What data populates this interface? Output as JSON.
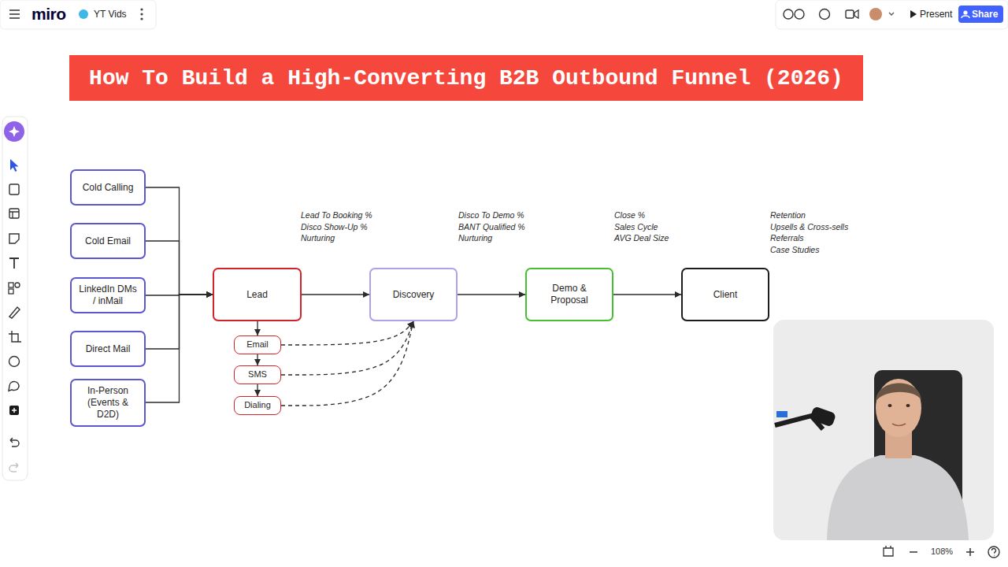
{
  "diagram": {
    "title": "How To Build a High-Converting B2B Outbound Funnel (2026)",
    "nodes": [
      {
        "text": [
          "Cold Calling"
        ]
      },
      {
        "text": [
          "Cold Email"
        ]
      },
      {
        "text": [
          "LinkedIn DMs / inMail"
        ]
      },
      {
        "text": [
          "Direct Mail"
        ]
      },
      {
        "text": [
          "In-Person (Events & D2D)"
        ]
      },
      {
        "text": [
          "Lead"
        ]
      },
      {
        "text": [
          "Email"
        ]
      },
      {
        "text": [
          "SMS"
        ]
      },
      {
        "text": [
          "Dialing"
        ]
      },
      {
        "text": [
          "Discovery"
        ]
      },
      {
        "text": [
          "Demo & Proposal"
        ]
      },
      {
        "text": [
          "Client"
        ]
      }
    ],
    "edges": [
      {
        "from": 0,
        "to": 5,
        "arrow": "to"
      },
      {
        "from": 1,
        "to": 5,
        "arrow": "to"
      },
      {
        "from": 2,
        "to": 5,
        "arrow": "to"
      },
      {
        "from": 3,
        "to": 5,
        "arrow": "to"
      },
      {
        "from": 4,
        "to": 5,
        "arrow": "to"
      },
      {
        "from": 5,
        "to": 9,
        "arrow": "to"
      },
      {
        "from": 9,
        "to": 10,
        "arrow": "to"
      },
      {
        "from": 10,
        "to": 11,
        "arrow": "to"
      },
      {
        "from": 5,
        "to": 6,
        "arrow": "to"
      },
      {
        "from": 6,
        "to": 7,
        "arrow": "to"
      },
      {
        "from": 7,
        "to": 8,
        "arrow": "to"
      },
      {
        "from": 6,
        "to": 9,
        "arrow": "to"
      },
      {
        "from": 7,
        "to": 9,
        "arrow": "to"
      },
      {
        "from": 8,
        "to": 9,
        "arrow": "to"
      }
    ],
    "labels": [
      "Lead To Booking %",
      "Disco Show-Up %",
      "Nurturing",
      "Disco To Demo %",
      "BANT Qualified %",
      "Nurturing",
      "Close %",
      "Sales Cycle",
      "AVG Deal Size",
      "Retention",
      "Upsells & Cross-sells",
      "Referrals",
      "Case Studies",
      "miro",
      "YT Vids",
      "Present",
      "Share",
      "108%"
    ]
  }
}
